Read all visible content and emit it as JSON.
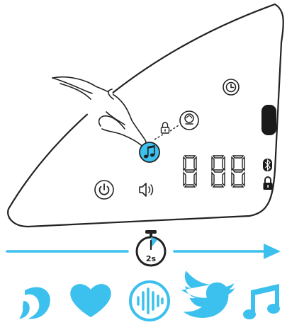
{
  "device": {
    "display": {
      "digits": [
        "8",
        "8",
        "8"
      ]
    },
    "buttons": [
      {
        "name": "power",
        "icon": "power-icon"
      },
      {
        "name": "volume",
        "icon": "speaker-icon"
      },
      {
        "name": "music",
        "icon": "music-note-icon",
        "active": true
      },
      {
        "name": "sound-select",
        "icon": "sound-icon"
      },
      {
        "name": "timer",
        "icon": "clock-icon"
      }
    ],
    "indicators": [
      "bluetooth-icon",
      "lock-icon",
      "small-lock-icon"
    ]
  },
  "hold": {
    "duration_label": "2s",
    "icon": "stopwatch-icon"
  },
  "sound_modes": [
    {
      "name": "wave",
      "icon": "wave-icon"
    },
    {
      "name": "heartbeat",
      "icon": "heart-icon"
    },
    {
      "name": "white-noise",
      "icon": "soundwave-icon",
      "selected": true
    },
    {
      "name": "bird",
      "icon": "bird-icon"
    },
    {
      "name": "music",
      "icon": "music-note-icon"
    }
  ],
  "colors": {
    "accent": "#3cc0ee",
    "outline": "#222222",
    "background": "#ffffff"
  }
}
